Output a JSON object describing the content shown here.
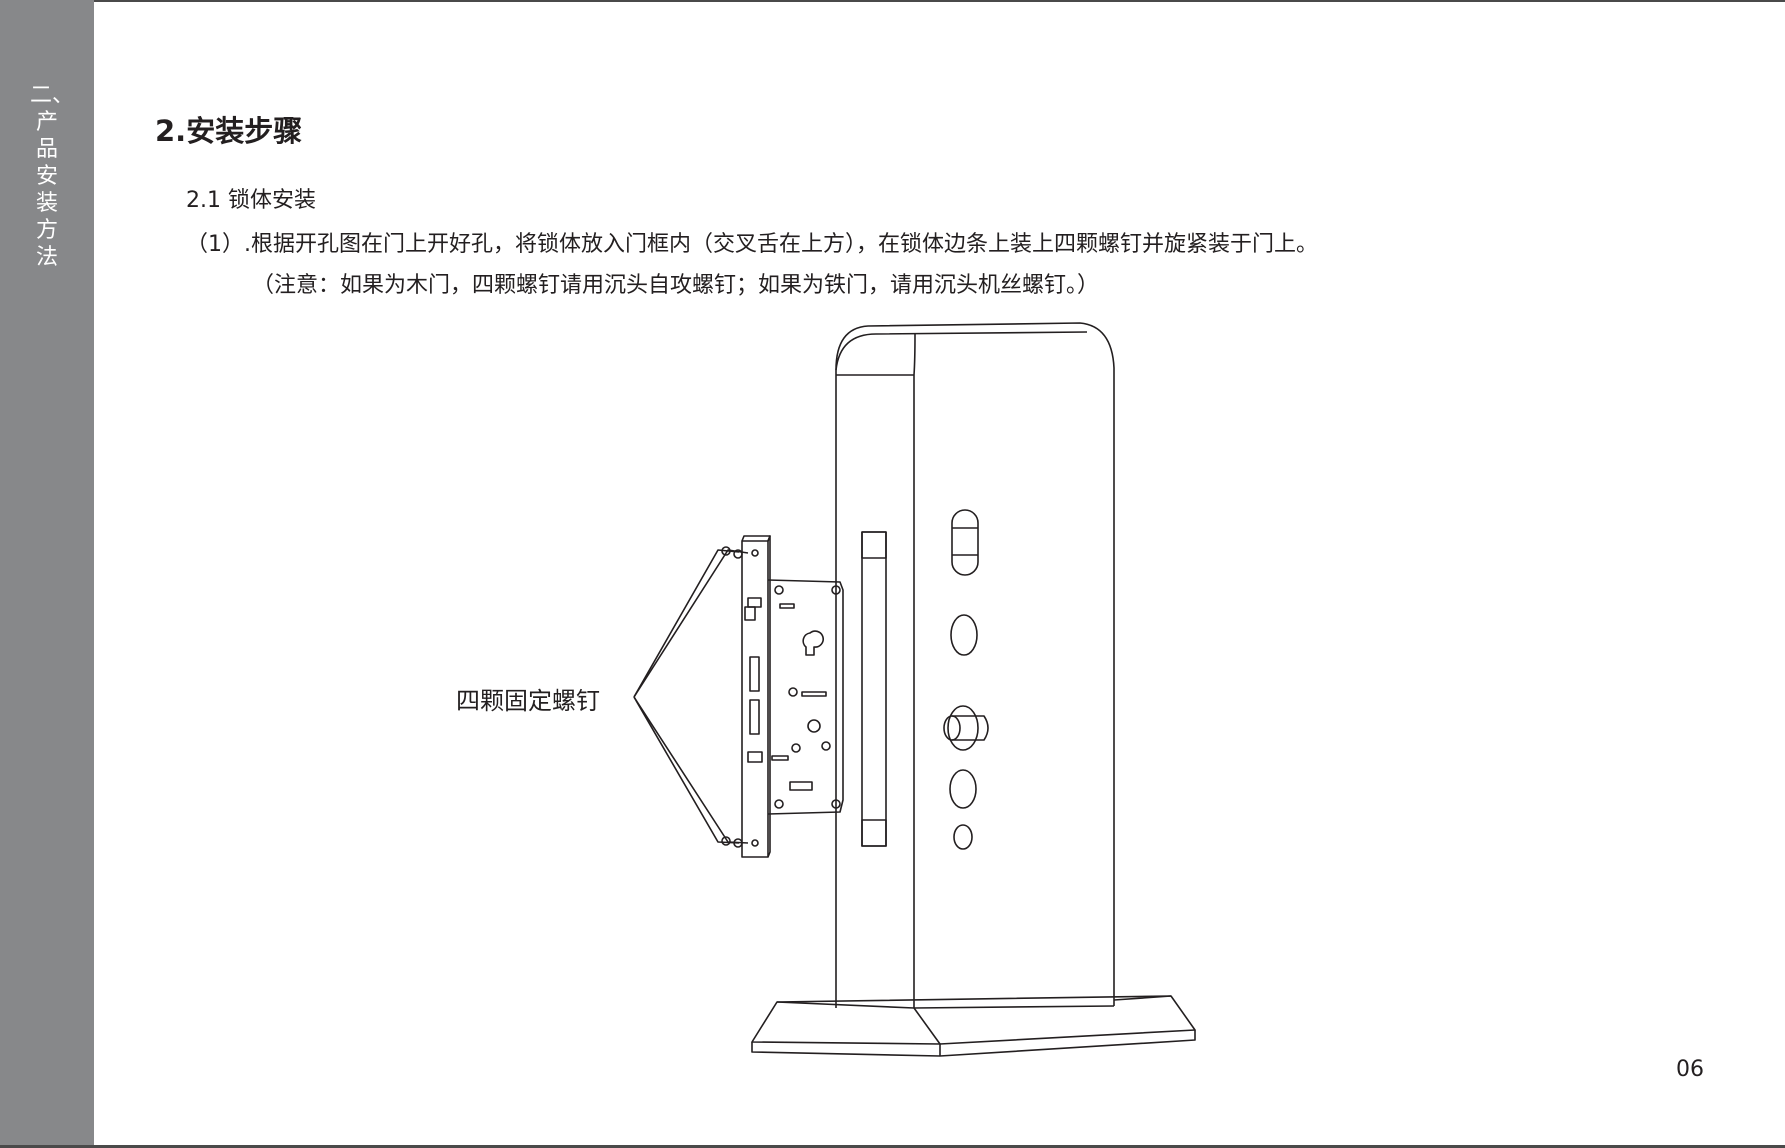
{
  "sidebar": {
    "chapter": "二、产品安装方法"
  },
  "heading": "2.安装步骤",
  "subheading": "2.1 锁体安装",
  "step1": "（1）.根据开孔图在门上开好孔，将锁体放入门框内（交叉舌在上方），在锁体边条上装上四颗螺钉并旋紧装于门上。",
  "note": "（注意：如果为木门，四颗螺钉请用沉头自攻螺钉；如果为铁门，请用沉头机丝螺钉。）",
  "callout": "四颗固定螺钉",
  "page_number": "06"
}
